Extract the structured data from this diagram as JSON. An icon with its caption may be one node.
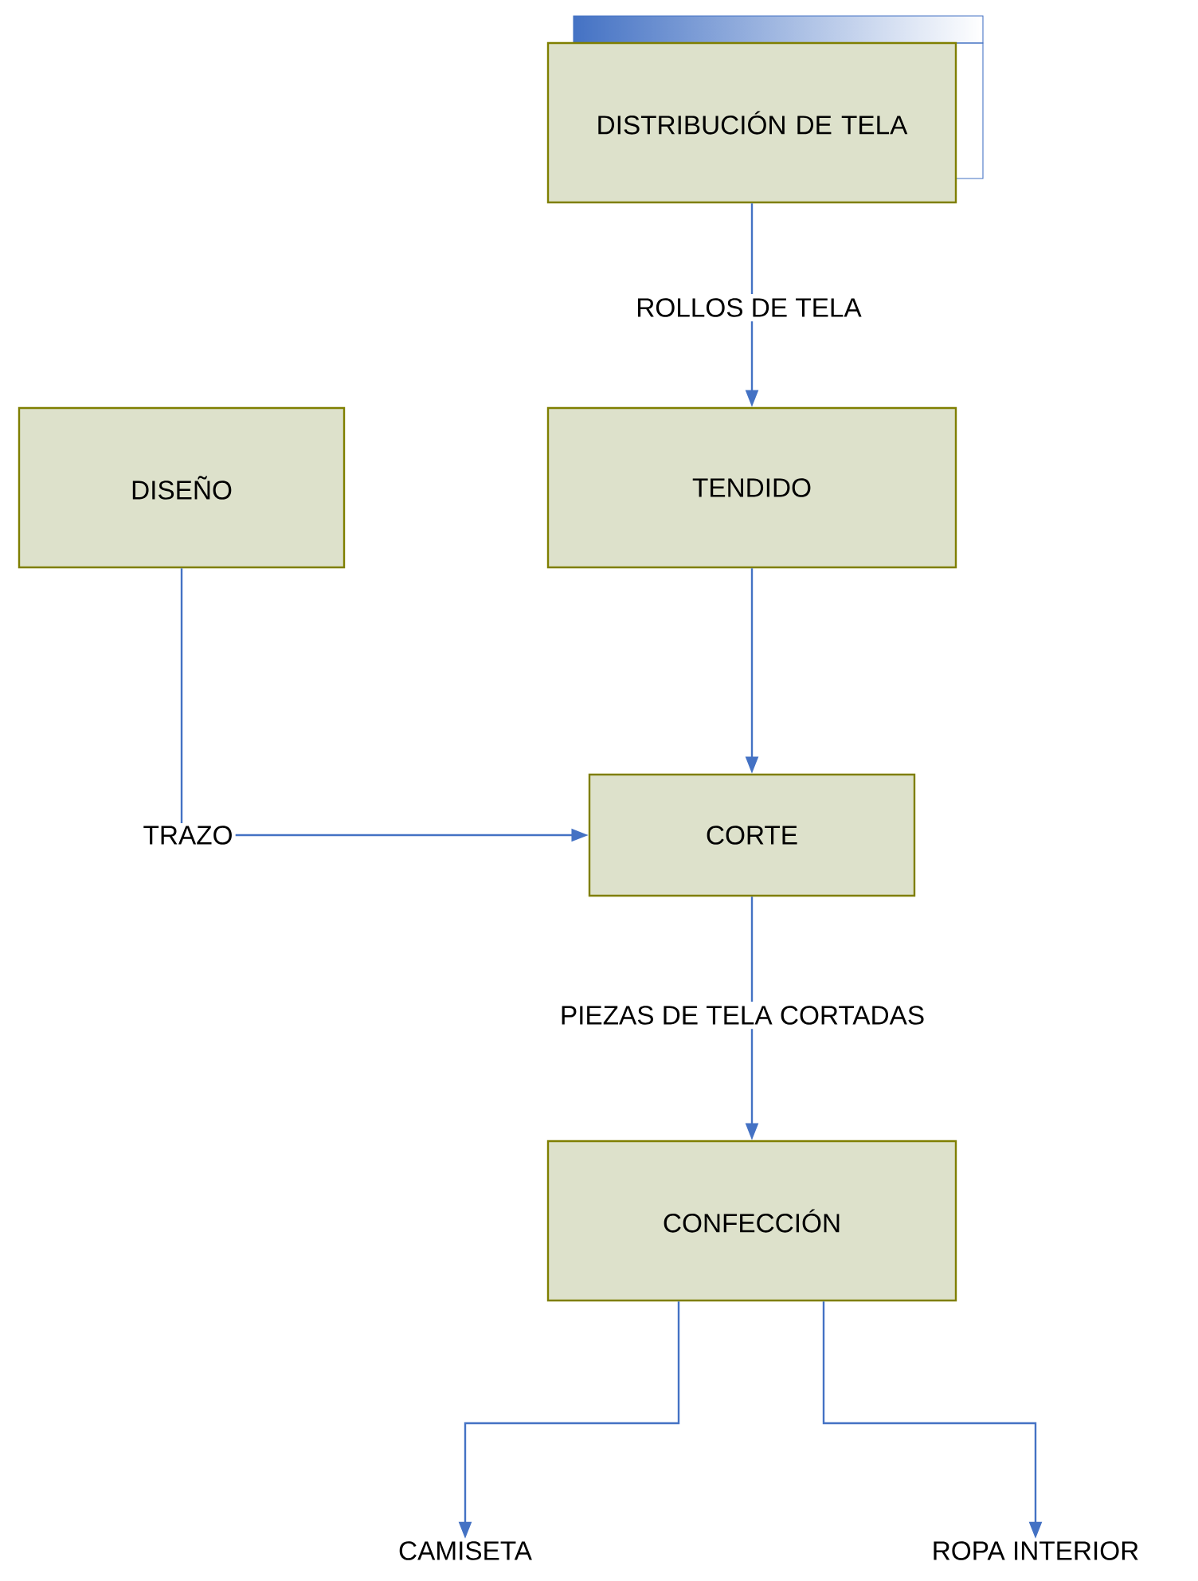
{
  "diagram": {
    "nodes": [
      {
        "text": [
          "DISTRIBUCIÓN DE TELA"
        ]
      },
      {
        "text": [
          "DISEÑO"
        ]
      },
      {
        "text": [
          "TENDIDO"
        ]
      },
      {
        "text": [
          "CORTE"
        ]
      },
      {
        "text": [
          "CONFECCIÓN"
        ]
      },
      {
        "text": [
          "TRAZO"
        ]
      },
      {
        "text": [
          "CAMISETA"
        ]
      },
      {
        "text": [
          "ROPA INTERIOR"
        ]
      }
    ],
    "edges": [
      {
        "from": 0,
        "to": 2,
        "arrow": "to",
        "label": "ROLLOS DE TELA"
      },
      {
        "from": 1,
        "to": 5,
        "arrow": "none"
      },
      {
        "from": 5,
        "to": 3,
        "arrow": "to"
      },
      {
        "from": 2,
        "to": 3,
        "arrow": "to"
      },
      {
        "from": 3,
        "to": 4,
        "arrow": "to",
        "label": "PIEZAS DE TELA CORTADAS"
      },
      {
        "from": 4,
        "to": 6,
        "arrow": "to"
      },
      {
        "from": 4,
        "to": 7,
        "arrow": "to"
      }
    ]
  }
}
